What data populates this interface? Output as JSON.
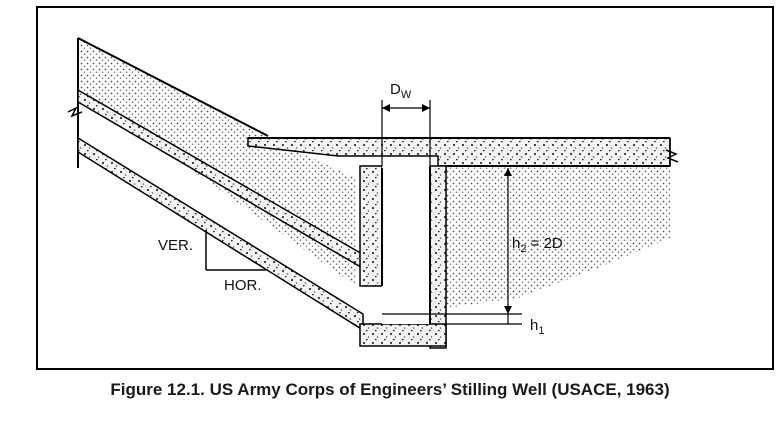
{
  "diagram": {
    "label_dw": "D",
    "label_dw_sub": "W",
    "label_h2": "h",
    "label_h2_sub": "2",
    "label_h2_eq": " = 2D",
    "label_h1": "h",
    "label_h1_sub": "1",
    "label_ver": "VER.",
    "label_hor": "HOR."
  },
  "caption": "Figure 12.1. US Army Corps of Engineers’ Stilling Well (USACE, 1963)"
}
